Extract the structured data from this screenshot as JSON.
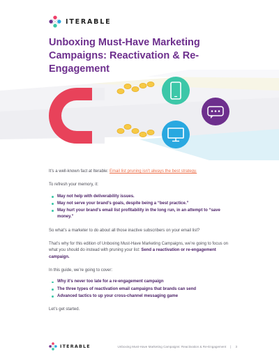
{
  "brand": {
    "name": "ITERABLE"
  },
  "title": "Unboxing Must-Have Marketing Campaigns: Reactivation & Re-Engagement",
  "intro": {
    "before_link": "It’s a well-known fact at Iterable: ",
    "link_text": "Email list pruning isn’t always the best strategy."
  },
  "refresh_line": "To refresh your memory, it:",
  "refresh_items": [
    "May not help with deliverability issues.",
    "May not serve your brand’s goals, despite being a “best practice.”",
    "May hurt your brand’s email list profitability in the long run, in an attempt to “save money.”"
  ],
  "question": "So what’s a marketer to do about all those inactive subscribers on your email list?",
  "focus": {
    "text": "That’s why for this edition of Unboxing Must-Have Marketing Campaigns, we’re going to focus on what you should do instead with pruning your list: ",
    "bold": "Send a reactivation or re-engagement campaign."
  },
  "cover_line": "In this guide, we’re going to cover:",
  "cover_items": [
    "Why it’s never too late for a re-engagement campaign",
    "The three types of reactivation email campaigns that brands can send",
    "Advanced tactics to up your cross-channel messaging game"
  ],
  "closing": "Let’s get started.",
  "footer": {
    "brand": "ITERABLE",
    "text": "Unboxing Must-Have Marketing Campaigns: Reactivation & Re-Engagement",
    "separator": "|",
    "page": "3"
  },
  "colors": {
    "title": "#6d2f8d",
    "link": "#ec6b44",
    "bold": "#4a1f66",
    "bullet": "#3cc7a8",
    "magnet": "#e8425a",
    "magnet_tips": "#eeeef2",
    "coins": "#f6c945",
    "phone_circle": "#3cc7a8",
    "chat_circle": "#6d2f8d",
    "monitor_circle": "#29a8e0"
  },
  "icons": [
    "logo-mark-icon",
    "magnet-icon",
    "coin-chain-icon",
    "mobile-phone-icon",
    "chat-bubble-icon",
    "desktop-monitor-icon"
  ]
}
